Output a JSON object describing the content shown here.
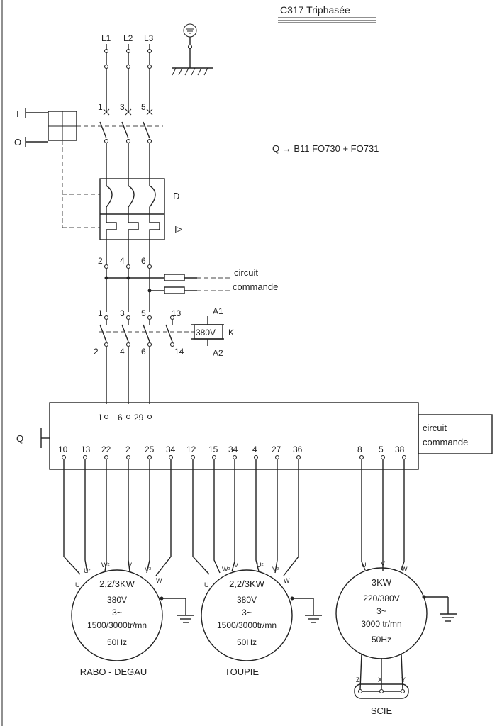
{
  "title": "C317 Triphasée",
  "phases": [
    "L1",
    "L2",
    "L3"
  ],
  "q_reference": "Q → B11 FO730 + FO731",
  "switch_labels": {
    "on": "I",
    "off": "O"
  },
  "breaker": {
    "top_terminals": [
      "1",
      "3",
      "5"
    ],
    "bottom_terminals": [
      "2",
      "4",
      "6"
    ],
    "thermal_label": "D",
    "magnetic_label": "I>"
  },
  "control_circuit_lines": [
    "circuit",
    "commande"
  ],
  "contactor": {
    "top_terminals": [
      "1",
      "3",
      "5",
      "13"
    ],
    "bottom_terminals": [
      "2",
      "4",
      "6",
      "14"
    ],
    "coil_voltage": "380V",
    "coil_label": "K",
    "coil_top": "A1",
    "coil_bottom": "A2"
  },
  "panel": {
    "label": "Q",
    "input_terminals": [
      "1",
      "6",
      "29"
    ],
    "output_terminals": [
      "10",
      "13",
      "22",
      "2",
      "25",
      "34",
      "12",
      "15",
      "34",
      "4",
      "27",
      "36",
      "8",
      "5",
      "38"
    ],
    "control_box": [
      "circuit",
      "commande"
    ]
  },
  "motors": [
    {
      "power": "2,2/3KW",
      "voltage": "380V",
      "phase": "3~",
      "speed": "1500/3000tr/mn",
      "frequency": "50Hz",
      "name": "RABO - DEGAU",
      "windings": [
        "U",
        "U²",
        "W²",
        "V",
        "V²",
        "W"
      ]
    },
    {
      "power": "2,2/3KW",
      "voltage": "380V",
      "phase": "3~",
      "speed": "1500/3000tr/mn",
      "frequency": "50Hz",
      "name": "TOUPIE",
      "windings": [
        "U",
        "W²",
        "V",
        "U²",
        "V²",
        "W"
      ]
    },
    {
      "power": "3KW",
      "voltage": "220/380V",
      "phase": "3~",
      "speed": "3000 tr/mn",
      "frequency": "50Hz",
      "name": "SCIE",
      "windings": [
        "U",
        "V",
        "W"
      ],
      "bottom_terminals": [
        "Z",
        "X",
        "Y"
      ]
    }
  ]
}
